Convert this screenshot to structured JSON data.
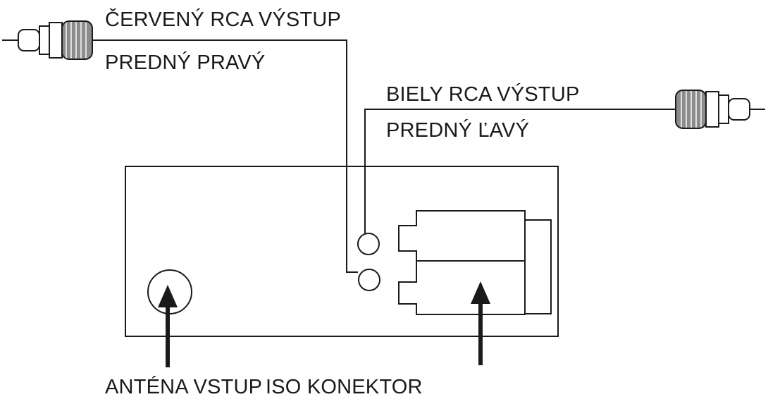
{
  "labels": {
    "red_line1": "ČERVENÝ RCA VÝSTUP",
    "red_line2": "PREDNÝ PRAVÝ",
    "white_line1": "BIELY RCA VÝSTUP",
    "white_line2": "PREDNÝ ĽAVÝ",
    "bottom_left": "ANTÉNA VSTUP",
    "bottom_right": "ISO KONEKTOR"
  },
  "colors": {
    "stroke": "#1a1a1a",
    "background": "#ffffff"
  }
}
